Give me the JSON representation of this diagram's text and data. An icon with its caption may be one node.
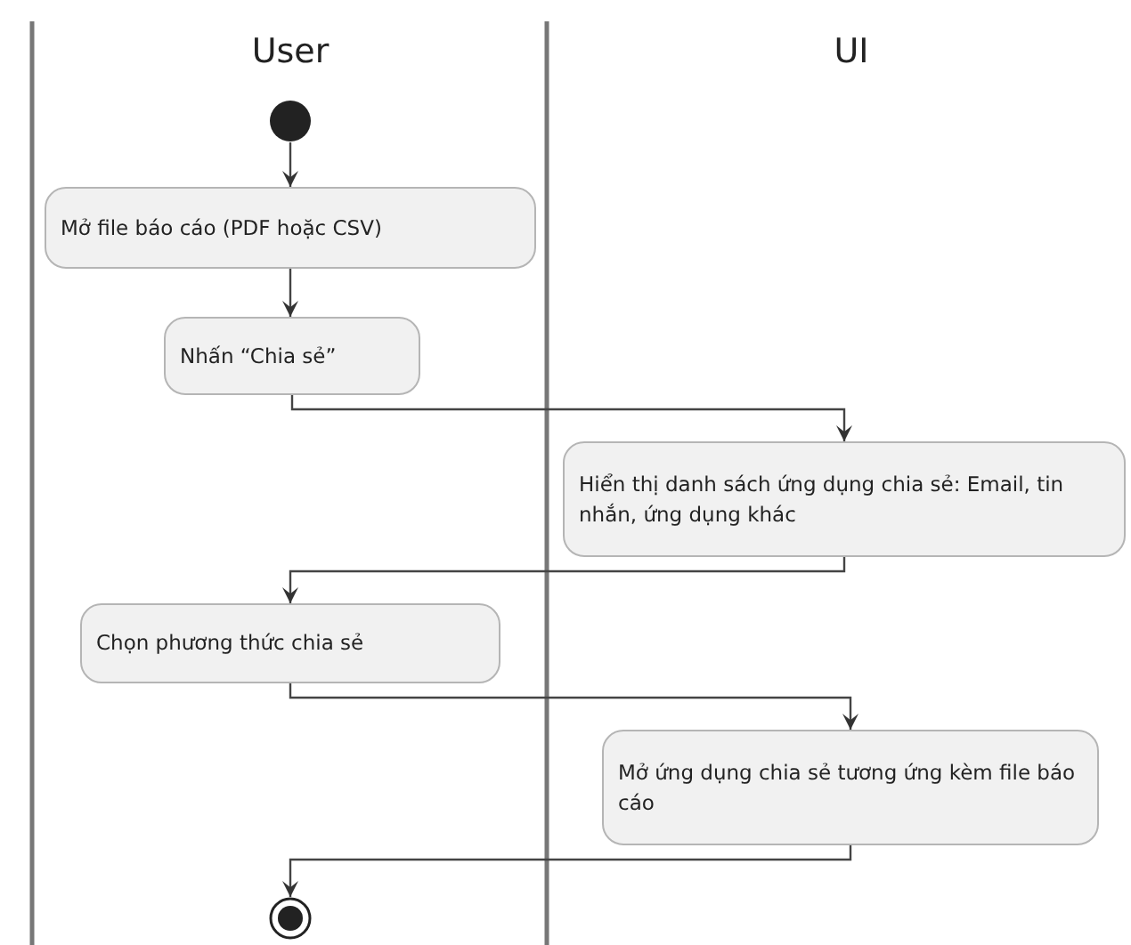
{
  "diagram": {
    "nodes": [
      {
        "text": [],
        "shape": "circle"
      },
      {
        "text": [
          "Mở file báo cáo (PDF hoặc CSV)"
        ]
      },
      {
        "text": [
          "Nhấn “Chia sẻ”"
        ]
      },
      {
        "text": [
          "Hiển thị danh sách ứng dụng chia sẻ: Email, tin nhắn, ứng dụng khác"
        ]
      },
      {
        "text": [
          "Chọn phương thức chia sẻ"
        ]
      },
      {
        "text": [
          "Mở ứng dụng chia sẻ tương ứng kèm file báo cáo"
        ]
      },
      {
        "text": [],
        "shape": "end-circle"
      }
    ],
    "edges": [
      {
        "from": 0,
        "to": 1,
        "arrow": "to"
      },
      {
        "from": 1,
        "to": 2,
        "arrow": "to"
      },
      {
        "from": 2,
        "to": 3,
        "arrow": "to"
      },
      {
        "from": 3,
        "to": 4,
        "arrow": "to"
      },
      {
        "from": 4,
        "to": 5,
        "arrow": "to"
      },
      {
        "from": 5,
        "to": 6,
        "arrow": "to"
      }
    ],
    "labels": [
      "User",
      "UI"
    ]
  }
}
